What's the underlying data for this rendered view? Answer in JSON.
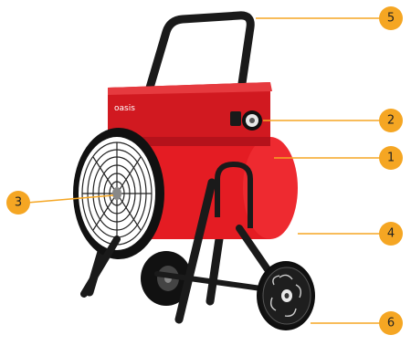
{
  "product": {
    "brand": "oasis"
  },
  "callouts": [
    {
      "number": "1"
    },
    {
      "number": "2"
    },
    {
      "number": "3"
    },
    {
      "number": "4"
    },
    {
      "number": "5"
    },
    {
      "number": "6"
    }
  ],
  "colors": {
    "body_red": "#e41c23",
    "body_dark": "#b5121b",
    "frame": "#1a1a1a",
    "badge": "#f5a623",
    "leader": "#f5a623"
  }
}
